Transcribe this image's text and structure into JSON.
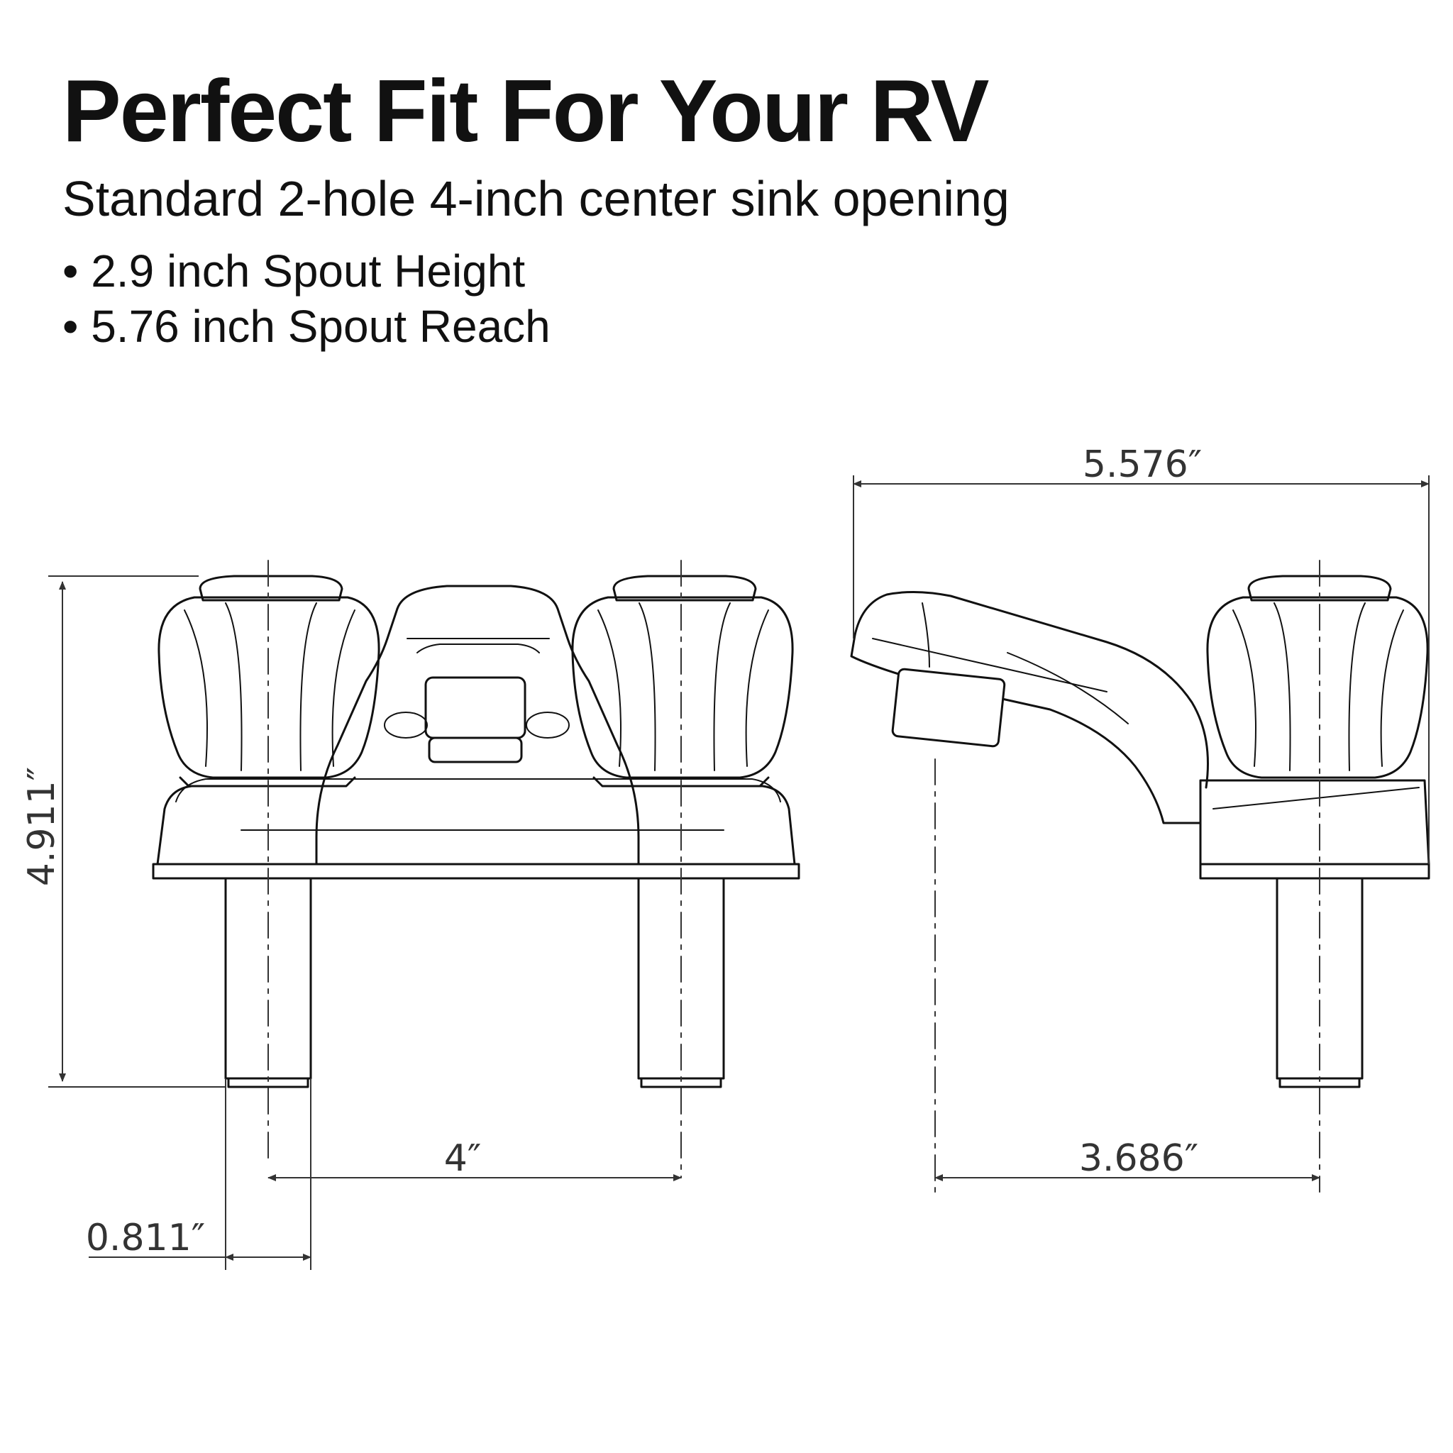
{
  "header": {
    "title": "Perfect Fit For Your RV",
    "subtitle": "Standard 2-hole 4-inch center sink opening",
    "bullets": [
      "• 2.9 inch Spout Height",
      "• 5.76 inch Spout Reach"
    ]
  },
  "dimensions": {
    "height": "4.911″",
    "center_spacing": "4″",
    "shank_diameter": "0.811″",
    "overall_length": "5.576″",
    "spout_reach": "3.686″"
  },
  "colors": {
    "line": "#111111",
    "dim_line": "#333333",
    "background": "#ffffff"
  }
}
